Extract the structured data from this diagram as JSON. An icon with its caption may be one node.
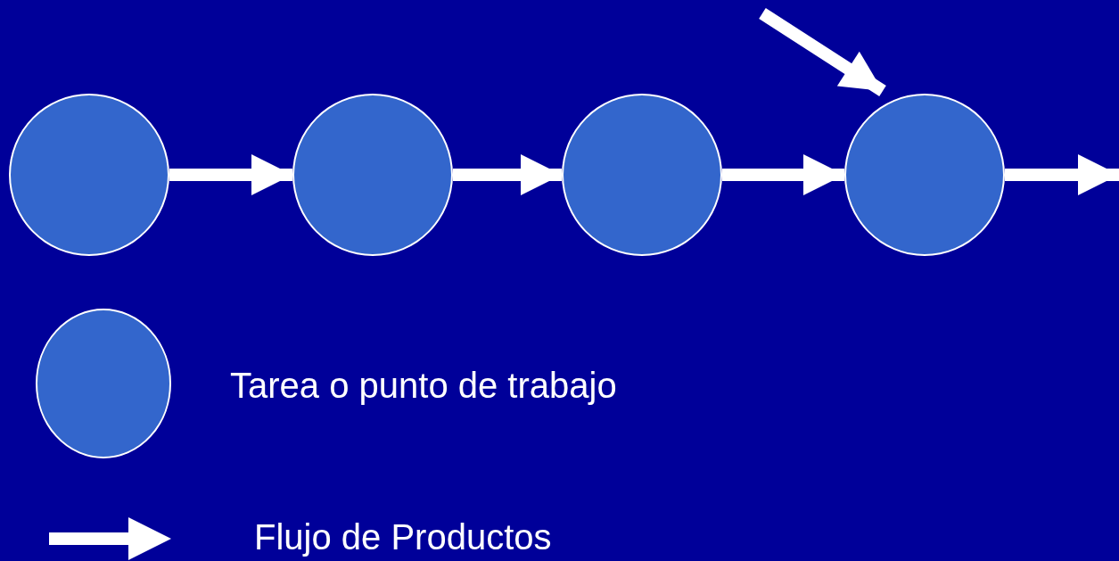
{
  "diagram": {
    "nodes": [
      {
        "text": [],
        "shape": "circle"
      },
      {
        "text": [],
        "shape": "circle"
      },
      {
        "text": [],
        "shape": "circle"
      },
      {
        "text": [],
        "shape": "circle"
      }
    ],
    "edges": [
      {
        "from": 0,
        "to": 1,
        "arrow": "to"
      },
      {
        "from": 1,
        "to": 2,
        "arrow": "to"
      },
      {
        "from": 2,
        "to": 3,
        "arrow": "to"
      },
      {
        "from": 3,
        "to": null,
        "arrow": "to"
      },
      {
        "from": null,
        "to": 3,
        "arrow": "to"
      }
    ],
    "legend": [
      {
        "text": "Tarea o punto de trabajo"
      },
      {
        "text": "Flujo de Productos"
      }
    ]
  }
}
